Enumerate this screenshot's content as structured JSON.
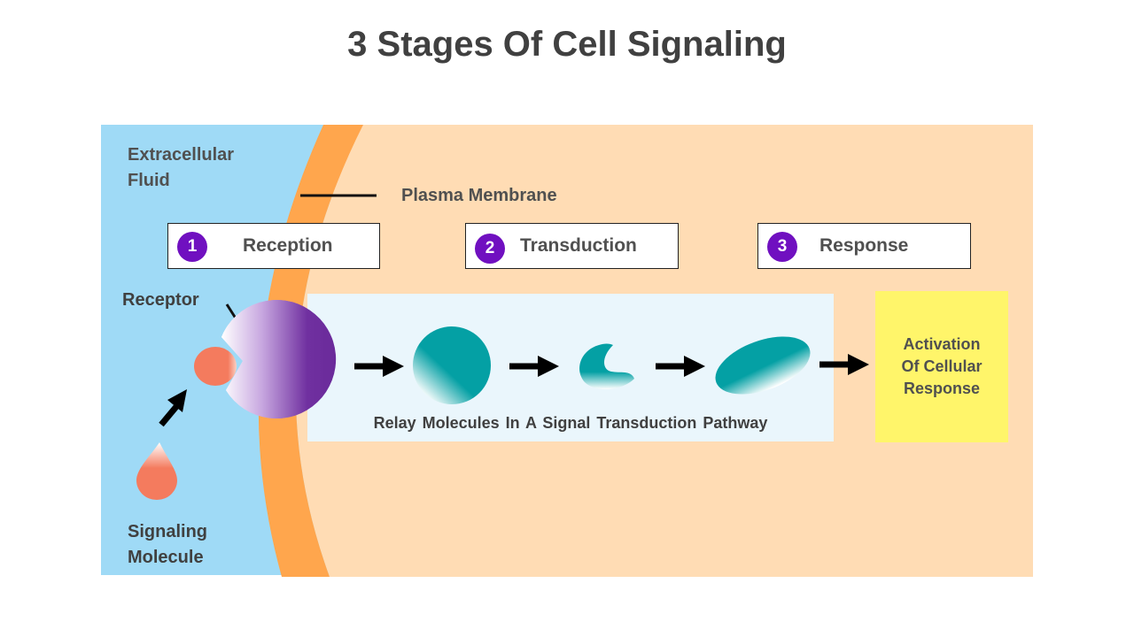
{
  "title": "3 Stages Of Cell Signaling",
  "labels": {
    "extracellular_fluid": "Extracellular Fluid",
    "plasma_membrane": "Plasma Membrane",
    "receptor": "Receptor",
    "signaling_molecule": "Signaling Molecule",
    "relay_caption": "Relay Molecules In A Signal Transduction  Pathway",
    "response_box": "Activation Of Cellular Response"
  },
  "stages": [
    {
      "number": "1",
      "name": "Reception"
    },
    {
      "number": "2",
      "name": "Transduction"
    },
    {
      "number": "3",
      "name": "Response"
    }
  ],
  "colors": {
    "extracellular": "#9fdaf6",
    "membrane": "#ffa64d",
    "cytoplasm": "#ffdcb4",
    "relay_panel": "#eaf6fc",
    "stage_badge": "#7010c0",
    "receptor": "#6e2da0",
    "signal_molecule": "#f47b5e",
    "relay_molecule": "#04a0a4",
    "response_box": "#fff56a"
  }
}
